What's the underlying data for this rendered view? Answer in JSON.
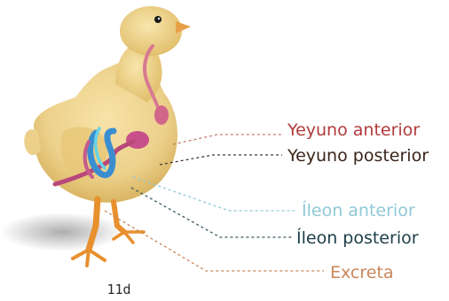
{
  "labels": [
    {
      "id": "yeyuno-anterior",
      "text": "Yeyuno anterior",
      "color": "#b03a3a"
    },
    {
      "id": "yeyuno-posterior",
      "text": "Yeyuno posterior",
      "color": "#3a2418"
    },
    {
      "id": "ileon-anterior",
      "text": "Íleon anterior",
      "color": "#8fc9d6"
    },
    {
      "id": "ileon-posterior",
      "text": "Íleon posterior",
      "color": "#1c3e48"
    },
    {
      "id": "excreta",
      "text": "Excreta",
      "color": "#c9865a"
    }
  ],
  "age_label": "11d",
  "colors": {
    "chick_body": "#f0d48a",
    "chick_shade": "#d9b562",
    "beak": "#e8a04a",
    "legs": "#e8902e",
    "intestine_pink": "#c8508a",
    "intestine_blue": "#3a8ed0",
    "intestine_cyan": "#66d3e8",
    "oesophagus": "#d87a92"
  }
}
